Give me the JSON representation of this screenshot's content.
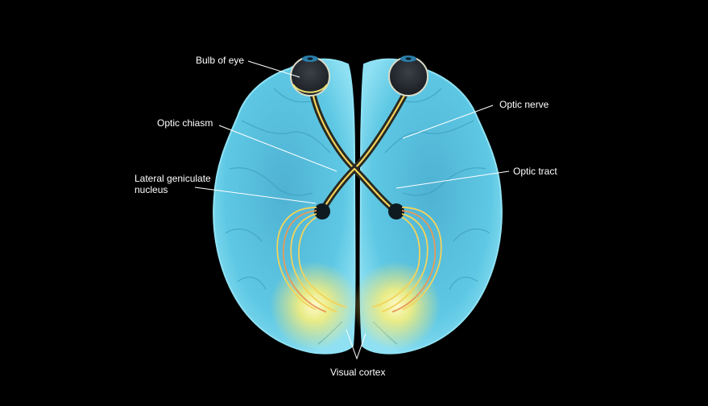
{
  "labels": {
    "bulb_of_eye": "Bulb of eye",
    "optic_chiasm": "Optic chiasm",
    "lateral_geniculate_nucleus": "Lateral geniculate\nnucleus",
    "optic_nerve": "Optic nerve",
    "optic_tract": "Optic tract",
    "visual_cortex": "Visual cortex"
  },
  "colors": {
    "background": "#000000",
    "brain": "#5cc6e0",
    "pathway": "#f3d35a",
    "eye": "#5a6068",
    "cortex_glow": "#fff59a",
    "label": "#ffffff"
  }
}
